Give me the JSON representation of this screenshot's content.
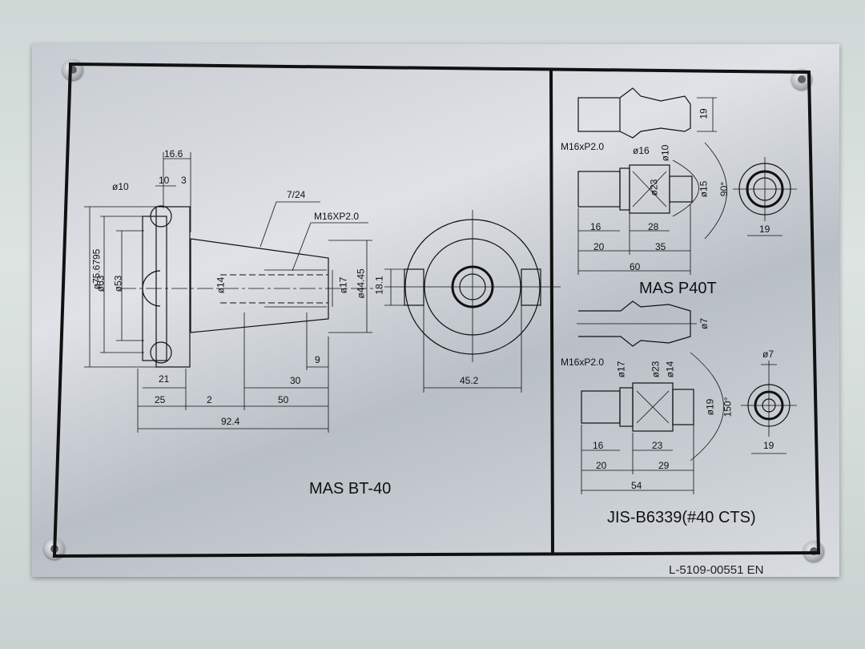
{
  "left_panel": {
    "title": "MAS BT-40",
    "dims": {
      "d10": "ø10",
      "w16_6": "16.6",
      "w10": "10",
      "w3": "3",
      "taper": "7/24",
      "thread": "M16XP2.0",
      "d75": "ø75.6795",
      "d63": "ø63",
      "d53": "ø53",
      "d14": "ø14",
      "d17": "ø17",
      "d44": "ø44.45",
      "h18": "18.1",
      "w45": "45.2",
      "l9": "9",
      "l21": "21",
      "l30": "30",
      "l25": "25",
      "l2": "2",
      "l50": "50",
      "l92": "92.4"
    }
  },
  "top_right": {
    "title": "MAS P40T",
    "dims": {
      "h19a": "19",
      "thread": "M16xP2.0",
      "d16": "ø16",
      "d10": "ø10",
      "d23": "ø23",
      "d15": "ø15",
      "a90": "90°",
      "l16": "16",
      "l28": "28",
      "l20": "20",
      "l35": "35",
      "l60": "60",
      "w19": "19"
    }
  },
  "bottom_right": {
    "title": "JIS-B6339(#40 CTS)",
    "dims": {
      "d7a": "ø7",
      "thread": "M16xP2.0",
      "d17": "ø17",
      "d23": "ø23",
      "d14": "ø14",
      "d19": "ø19",
      "a150": "150°",
      "d7b": "ø7",
      "l16": "16",
      "l23": "23",
      "l20": "20",
      "l29": "29",
      "l54": "54",
      "w19": "19"
    }
  },
  "part_number": "L-5109-00551 EN"
}
